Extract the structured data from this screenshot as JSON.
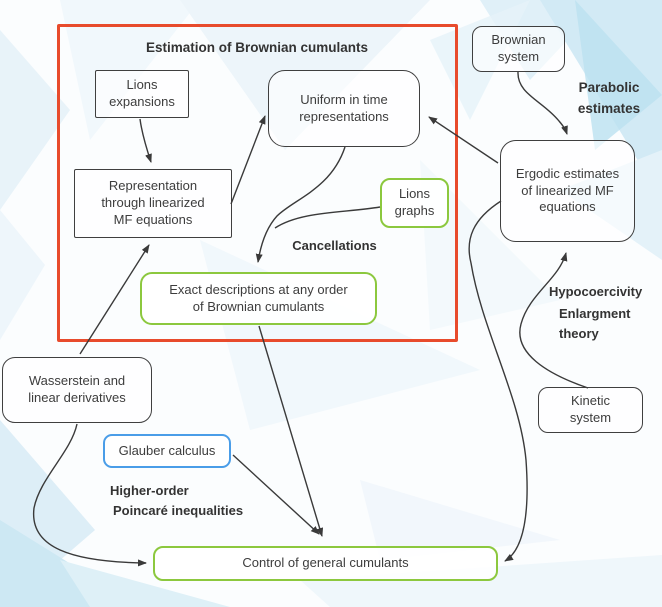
{
  "colors": {
    "accent_red": "#e84b2c",
    "accent_green": "#8cc83e",
    "accent_blue": "#4a9de8",
    "node_border": "#3f3f3f",
    "arrow": "#3a3a3a",
    "text": "#3d3d3d"
  },
  "diagram": {
    "title": "Estimation of Brownian cumulants",
    "nodes": {
      "lions_expansions": {
        "lines": [
          "Lions",
          "expansions"
        ]
      },
      "uniform_representations": {
        "lines": [
          "Uniform in time",
          "representations"
        ]
      },
      "representation_mf": {
        "lines": [
          "Representation",
          "through linearized",
          "MF equations"
        ]
      },
      "lions_graphs": {
        "lines": [
          "Lions",
          "graphs"
        ]
      },
      "exact_descriptions": {
        "lines": [
          "Exact descriptions at any order",
          "of Brownian cumulants"
        ]
      },
      "brownian_system": {
        "lines": [
          "Brownian",
          "system"
        ]
      },
      "ergodic_estimates": {
        "lines": [
          "Ergodic estimates",
          "of linearized MF",
          "equations"
        ]
      },
      "kinetic_system": {
        "lines": [
          "Kinetic",
          "system"
        ]
      },
      "wasserstein_derivatives": {
        "lines": [
          "Wasserstein and",
          "linear derivatives"
        ]
      },
      "glauber_calculus": {
        "lines": [
          "Glauber calculus"
        ]
      },
      "control_cumulants": {
        "lines": [
          "Control of general cumulants"
        ]
      }
    },
    "annotations": {
      "parabolic": {
        "lines": [
          "Parabolic",
          "estimates"
        ]
      },
      "cancellations": {
        "lines": [
          "Cancellations"
        ]
      },
      "hypocoercivity": {
        "lines": [
          "Hypocoercivity"
        ]
      },
      "enlargment": {
        "lines": [
          "Enlargment",
          "theory"
        ]
      },
      "higher_order": {
        "lines": [
          "Higher-order",
          "Poincaré inequalities"
        ]
      }
    }
  }
}
